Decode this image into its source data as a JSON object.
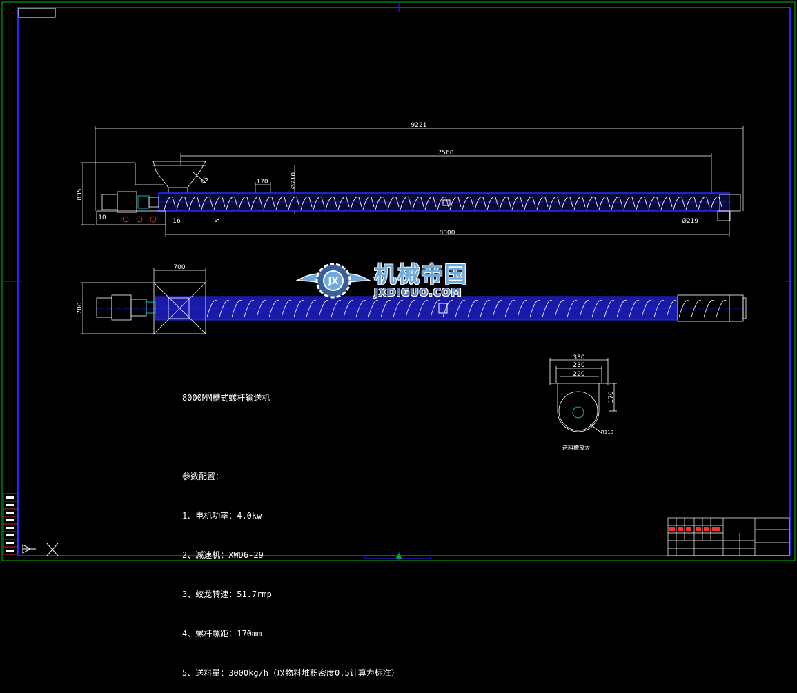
{
  "drawing": {
    "dimensions": {
      "overall_length": "9221",
      "trough_length": "7560",
      "body_length": "8000",
      "height": "835",
      "pitch": "170",
      "screw_dia": "Ø210",
      "end_dia": "Ø219",
      "d10": "10",
      "d16": "16",
      "d5": "5",
      "angle": "45",
      "hopper_width": "700",
      "plan_width": "700",
      "sec_330": "330",
      "sec_230": "230",
      "sec_220": "220",
      "sec_170": "170",
      "sec_r110": "R110"
    },
    "section_label": "送料槽放大"
  },
  "notes": {
    "title": "8000MM槽式螺杆输送机",
    "params_heading": "参数配置：",
    "items": [
      "1、电机功率：4.0kw",
      "2、减速机：XWD6-29",
      "3、蛟龙转速：51.7rmp",
      "4、螺杆螺距：170mm",
      "5、送料量：3000kg/h（以物料堆积密度0.5计算为标准）"
    ]
  },
  "watermark": {
    "cn": "机械帝国",
    "en": "JXDIGUO.COM"
  },
  "colors": {
    "background": "#000000",
    "frame": "#2727ff",
    "border": "#ffffff",
    "dimension": "#ffffff",
    "screw": "#ffffff",
    "trough_fill": "#1a1aa8",
    "centerline": "#2d2dff"
  }
}
